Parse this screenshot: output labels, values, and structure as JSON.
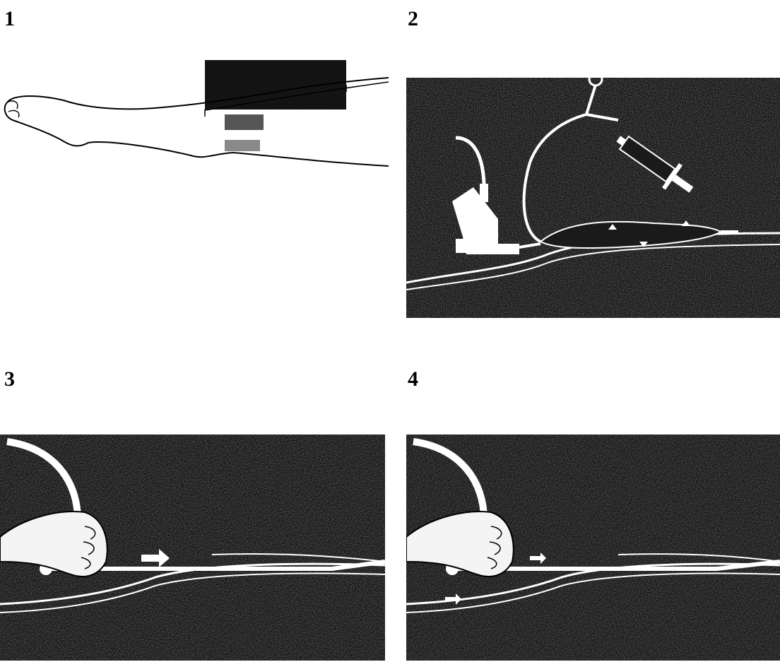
{
  "panels": [
    {
      "label": "1",
      "icon": "leg-with-tourniquet-icon"
    },
    {
      "label": "2",
      "icon": "balloon-catheter-in-vein-icon"
    },
    {
      "label": "3",
      "icon": "hand-advancing-catheter-icon"
    },
    {
      "label": "4",
      "icon": "hand-withdrawing-catheter-icon"
    }
  ],
  "colors": {
    "ink": "#000000",
    "paper": "#ffffff",
    "stipple": "#141414"
  }
}
